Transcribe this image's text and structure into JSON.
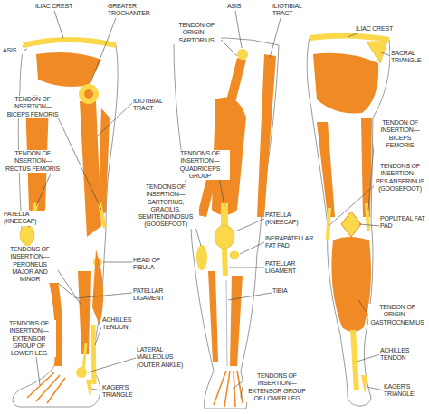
{
  "diagram": {
    "labels": [
      "ILIAC CREST",
      "GREATER TROCHANTER",
      "ASIS",
      "ILIOTIBIAL TRACT",
      "TENDON OF INSERTION— BICEPS FEMORIS",
      "TENDON OF INSERTION— RECTUS FEMORIS",
      "PATELLA (KNEECAP)",
      "TENDONS OF INSERTION— PERONEUS MAJOR AND MINOR",
      "HEAD OF FIBULA",
      "PATELLAR LIGAMENT",
      "TENDONS OF INSERTION— EXTENSOR GROUP OF LOWER LEG",
      "ACHILLES TENDON",
      "LATERAL MALLEOLUS (OUTER ANKLE)",
      "KAGER'S TRIANGLE",
      "ASIS",
      "ILIOTIBIAL TRACT",
      "TENDON OF ORIGIN— SARTORIUS",
      "TENDONS OF INSERTION— QUADRICEPS GROUP",
      "TENDONS OF INSERTION— SARTORIUS, GRACILIS, SEMITENDINOSUS (GOOSEFOOT)",
      "PATELLA (KNEECAP)",
      "INFRAPATELLAR FAT PAD",
      "PATELLAR LIGAMENT",
      "TIBIA",
      "TENDONS OF INSERTION— EXTENSOR GROUP OF LOWER LEG",
      "ILIAC CREST",
      "SACRAL TRIANGLE",
      "TENDON OF INSERTION— BICEPS FEMORIS",
      "TENDONS OF INSERTION— PES ANSERINUS (GOOSEFOOT)",
      "POPLITEAL FAT PAD",
      "TENDON OF ORIGIN— GASTROCNEMIUS",
      "ACHILLES TENDON",
      "KAGER'S TRIANGLE"
    ]
  }
}
